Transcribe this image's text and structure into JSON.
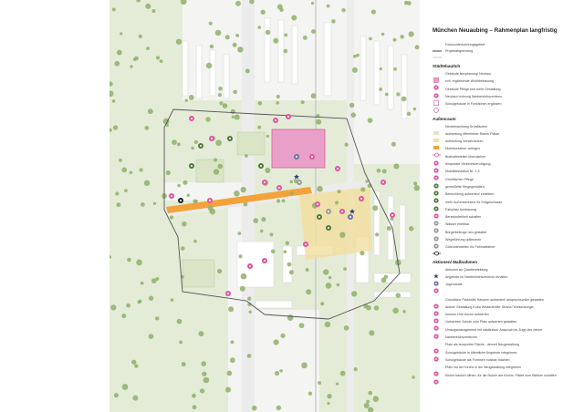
{
  "title": "München Neuaubing – Rahmenplan langfristig",
  "boundary": {
    "rows": [
      {
        "label": "Fokusuntersuchungsgebiet",
        "style": "dark"
      },
      {
        "label": "Projektabgrenzung",
        "style": "light"
      }
    ]
  },
  "sections": [
    {
      "id": "staedtebau",
      "heading": "Städtebau/Ich",
      "rows": [
        {
          "label": "Gebäude Neuplanung/ Neubau",
          "sym": "pink-square"
        },
        {
          "label": "evtl. ergänzende Wohnbebauung",
          "sym": "pink-circle-house"
        },
        {
          "label": "Gebäude Pflege und mehr Gestaltung",
          "sym": "pink-circle-dot"
        },
        {
          "label": "Neubau+ordnung Nahbereichszentrum",
          "sym": "outline-square"
        },
        {
          "label": "Schulgebäude in Funktionen ergänzen",
          "sym": "outline-circle"
        }
      ]
    },
    {
      "id": "aussenraum",
      "heading": "Außenraum",
      "rows": [
        {
          "label": "Neubetrachtung Grünflächen",
          "sym": "light-fill"
        },
        {
          "label": "Aufwertung öffentlicher Raum/ Plätze",
          "sym": "yellow-fill"
        },
        {
          "label": "Aufwertung Verkehrsraum",
          "sym": "orange-fill"
        },
        {
          "label": "Mobilcontainer verlegen",
          "sym": "pink-ring-line"
        },
        {
          "label": "Bushaltestellen überdachen",
          "sym": "pink-circle"
        },
        {
          "label": "temporäre Verkehrsberuhigung",
          "sym": "pink-circle"
        },
        {
          "label": "Mobilitätsstation Nr. 1-3",
          "sym": "pink-circle"
        },
        {
          "label": "Grünflächen Pflege",
          "sym": "green-circle"
        },
        {
          "label": "gemeißelte Stegegestalten",
          "sym": "green-circle"
        },
        {
          "label": "Beleuchtung aufwerten/ erweitern",
          "sym": "green-circle"
        },
        {
          "label": "mehr Außenbereiche für Erdgeschosse",
          "sym": "green-circle"
        },
        {
          "label": "Fahrplatz Ausbauung",
          "sym": "pink-circle"
        },
        {
          "label": "Bereichsfreiheit schaffen",
          "sym": "grey-circle"
        },
        {
          "label": "Wasser erlebbar",
          "sym": "grey-circle"
        },
        {
          "label": "Bürgerbeleuge neu gestaltet",
          "sym": "grey-circle"
        },
        {
          "label": "Wegeführung optimieren",
          "sym": "grey-circle"
        },
        {
          "label": "Güteunterstellen für Fahrradfahrer",
          "sym": "black-ring-line"
        }
      ]
    },
    {
      "id": "aktionen",
      "heading": "Aktionen/ Maßnahmen",
      "rows": [
        {
          "label": "Aktionen an Quartiersfeldung",
          "sym": "star"
        },
        {
          "label": "Angebote im Nahbereichszentrum erhalten",
          "sym": "blue-circle"
        },
        {
          "label": "Jugendcafe",
          "sym": "pink-circle"
        }
      ]
    },
    {
      "id": "massnahmen",
      "heading": "",
      "rows": [
        {
          "label": "Gründliche Parkhöfe/ Häusern aufwerten/ anspruchsvoller gestalten",
          "sym": "pink-circle"
        },
        {
          "label": "Aktion! Gestaltung Kuba Wissenthöfer Straße/ Wiesenburger",
          "sym": "pink-circle"
        },
        {
          "label": "Inneren Hof/ Küche aufwerten",
          "sym": "pink-circle"
        },
        {
          "label": "Vorbereich Schule zum Platz aufwerten gestalten",
          "sym": "pink-circle"
        },
        {
          "label": "Umzugsmanagement mit städtebaul. Anspruch im Zuge des neuen",
          "sym": "pink-circle"
        },
        {
          "label": "Nahbereichszentrums",
          "sym": "none"
        },
        {
          "label": "Platz als temporäre Fläche - derzeit Neugestaltung",
          "sym": "pink-circle"
        },
        {
          "label": "Schulgebäude in öffentliche Angebote integrieren;",
          "sym": "pink-circle"
        },
        {
          "label": "Schulgebäude als Formsen nutzbar machen",
          "sym": "none"
        },
        {
          "label": "Platz vor der Kirche in die Neugestaltung integrieren",
          "sym": "pink-circle"
        },
        {
          "label": "Kirche baulich öffnen; für die Nutzer der Kirche; Plätze zum Bleiben schaffen",
          "sym": "pink-circle"
        }
      ]
    }
  ],
  "colors": {
    "pink": "#e0559e",
    "pink_fill": "#e8a0c8",
    "orange": "#f2a33a",
    "yellow_area": "#f3dfa0",
    "green_dark": "#4f7a3a",
    "green_light": "#dfe8cf",
    "tree": "#8fb06a",
    "building": "#ffffff",
    "road": "#ececec",
    "boundary": "#555555"
  }
}
